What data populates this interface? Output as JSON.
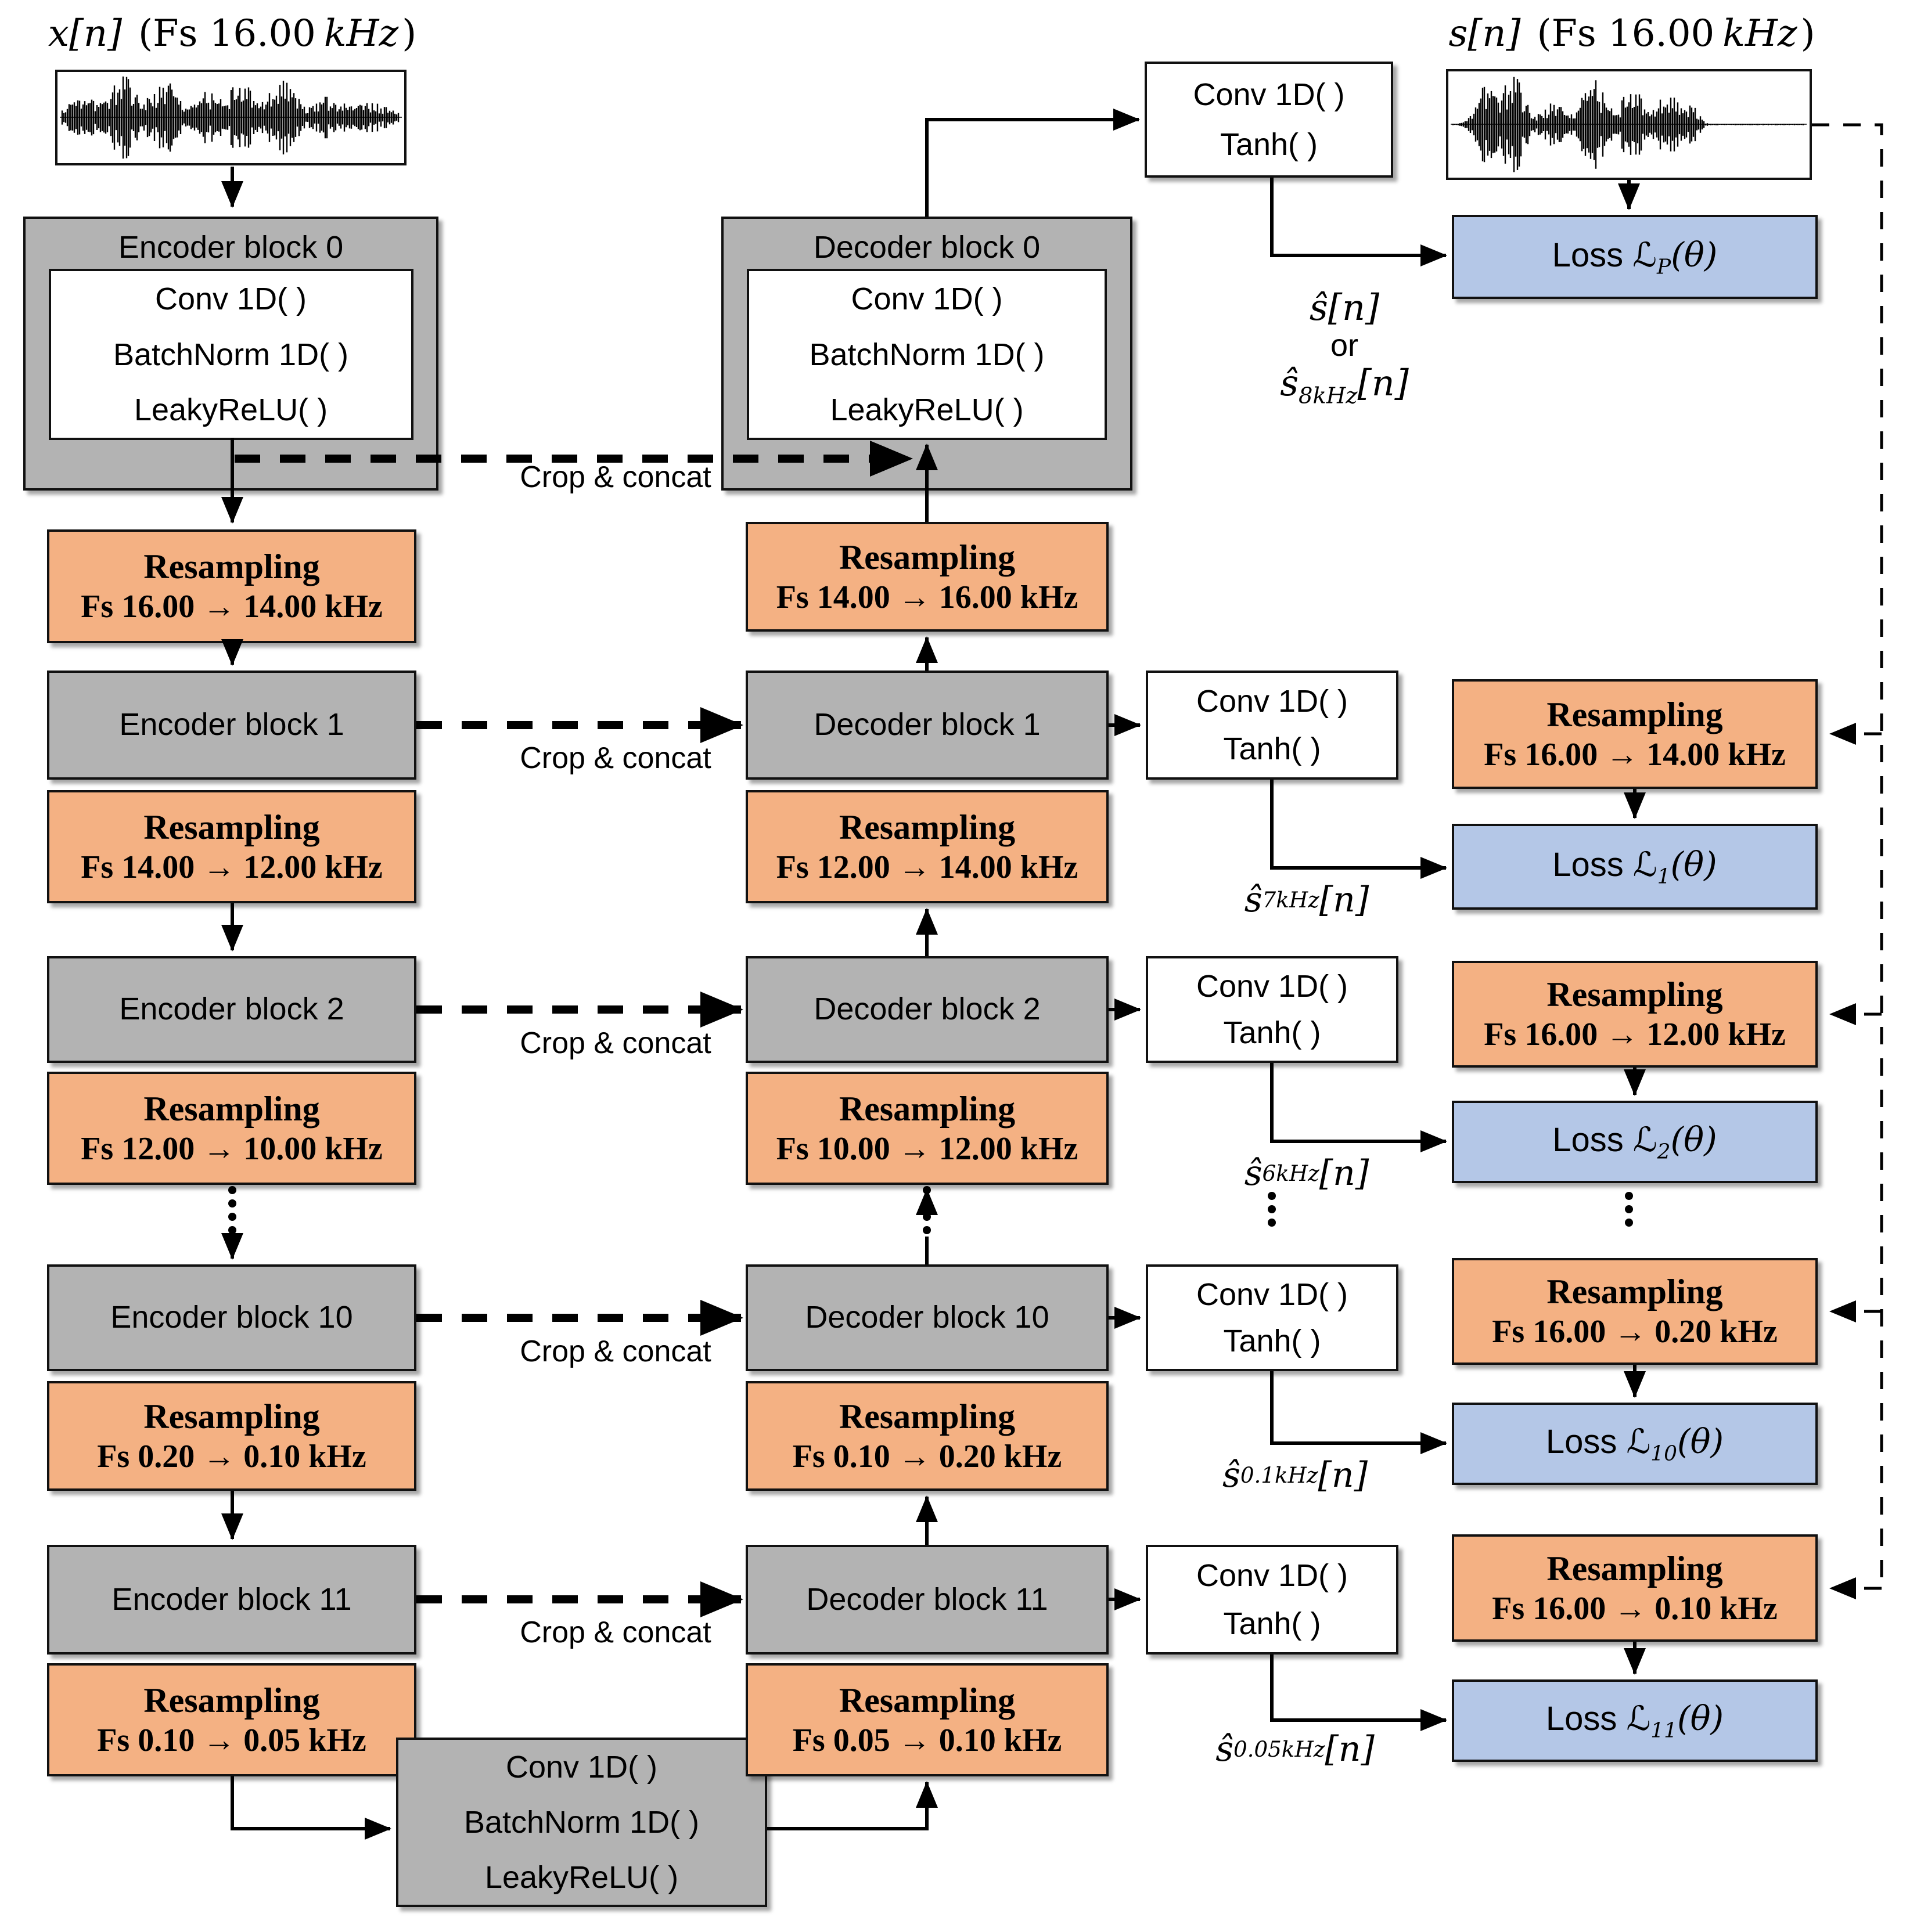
{
  "colors": {
    "block_gray": "#b3b3b3",
    "resample_orange": "#f4b183",
    "loss_blue": "#b4c7e7",
    "line_black": "#000000"
  },
  "titles": {
    "input": {
      "signal": "x[n]",
      "fs_pre": "(Fs 16.00",
      "fs_unit": "kHz",
      "fs_post": ")"
    },
    "target": {
      "signal": "s[n]",
      "fs_pre": "(Fs 16.00",
      "fs_unit": "kHz",
      "fs_post": ")"
    }
  },
  "encoder": {
    "block0": {
      "label": "Encoder block 0",
      "layers": [
        "Conv 1D( )",
        "BatchNorm 1D( )",
        "LeakyReLU( )"
      ]
    },
    "block1": "Encoder block 1",
    "block2": "Encoder block 2",
    "block10": "Encoder block 10",
    "block11": "Encoder block 11",
    "rs0": {
      "title": "Resampling",
      "rate": "Fs 16.00 → 14.00 kHz"
    },
    "rs1": {
      "title": "Resampling",
      "rate": "Fs 14.00 → 12.00 kHz"
    },
    "rs2": {
      "title": "Resampling",
      "rate": "Fs 12.00 → 10.00 kHz"
    },
    "rs10": {
      "title": "Resampling",
      "rate": "Fs 0.20 → 0.10 kHz"
    },
    "rs11": {
      "title": "Resampling",
      "rate": "Fs 0.10 → 0.05 kHz"
    }
  },
  "decoder": {
    "block0": {
      "label": "Decoder block 0",
      "layers": [
        "Conv 1D( )",
        "BatchNorm 1D( )",
        "LeakyReLU( )"
      ]
    },
    "block1": "Decoder block 1",
    "block2": "Decoder block 2",
    "block10": "Decoder block 10",
    "block11": "Decoder block 11",
    "rs0": {
      "title": "Resampling",
      "rate": "Fs 14.00 → 16.00 kHz"
    },
    "rs1": {
      "title": "Resampling",
      "rate": "Fs 12.00 → 14.00 kHz"
    },
    "rs2": {
      "title": "Resampling",
      "rate": "Fs 10.00 → 12.00 kHz"
    },
    "rs10": {
      "title": "Resampling",
      "rate": "Fs 0.10 → 0.20 kHz"
    },
    "rs11": {
      "title": "Resampling",
      "rate": "Fs 0.05 → 0.10 kHz"
    }
  },
  "bottleneck": {
    "layers": [
      "Conv 1D( )",
      "BatchNorm 1D( )",
      "LeakyReLU( )"
    ]
  },
  "conv_tanh": {
    "line1": "Conv 1D( )",
    "line2": "Tanh( )"
  },
  "skip_label": "Crop & concat",
  "output_note": {
    "line1": {
      "head": "ŝ",
      "tail": "[n]"
    },
    "mid": "or",
    "line2": {
      "head": "ŝ",
      "sub": "8kHz",
      "tail": "[n]"
    }
  },
  "signal_labels": {
    "s7": {
      "head": "ŝ",
      "sub": "7kHz",
      "tail": "[n]"
    },
    "s6": {
      "head": "ŝ",
      "sub": "6kHz",
      "tail": "[n]"
    },
    "s01": {
      "head": "ŝ",
      "sub": "0.1kHz",
      "tail": "[n]"
    },
    "s005": {
      "head": "ŝ",
      "sub": "0.05kHz",
      "tail": "[n]"
    }
  },
  "right": {
    "rs1": {
      "title": "Resampling",
      "rate": "Fs 16.00 → 14.00 kHz"
    },
    "rs2": {
      "title": "Resampling",
      "rate": "Fs 16.00 → 12.00 kHz"
    },
    "rs10": {
      "title": "Resampling",
      "rate": "Fs 16.00 → 0.20 kHz"
    },
    "rs11": {
      "title": "Resampling",
      "rate": "Fs 16.00 → 0.10 kHz"
    }
  },
  "losses": {
    "p": {
      "pre": "Loss ",
      "sym": "ℒ",
      "sub": "P",
      "tail": "(θ)"
    },
    "l1": {
      "pre": "Loss ",
      "sym": "ℒ",
      "sub": "1",
      "tail": "(θ)"
    },
    "l2": {
      "pre": "Loss ",
      "sym": "ℒ",
      "sub": "2",
      "tail": "(θ)"
    },
    "l10": {
      "pre": "Loss ",
      "sym": "ℒ",
      "sub": "10",
      "tail": "(θ)"
    },
    "l11": {
      "pre": "Loss ",
      "sym": "ℒ",
      "sub": "11",
      "tail": "(θ)"
    }
  }
}
